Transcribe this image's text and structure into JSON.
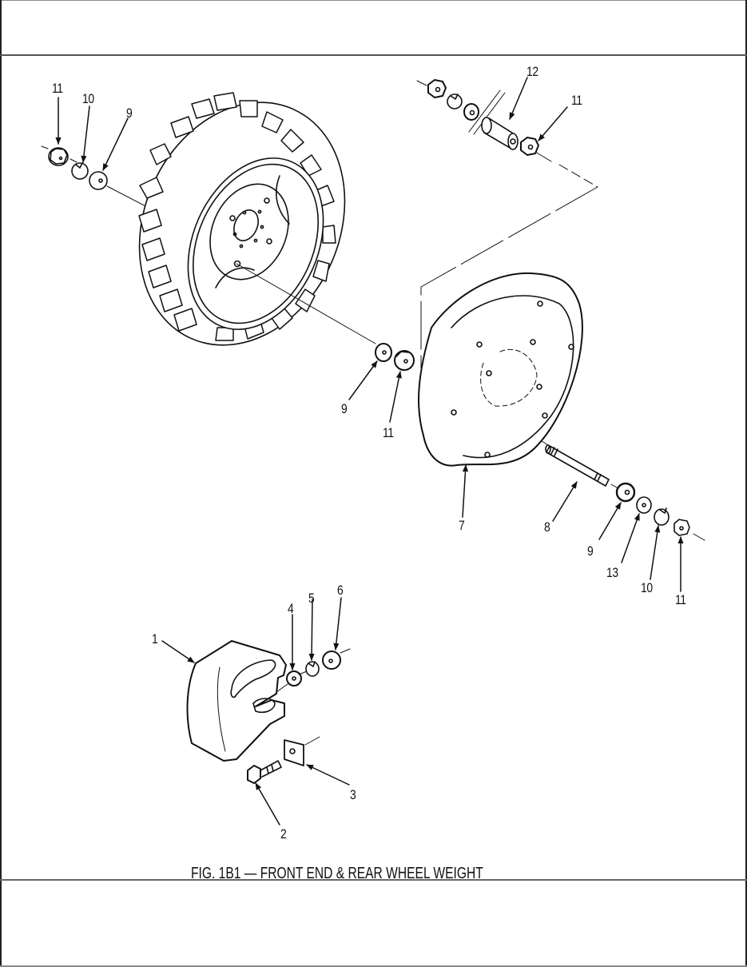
{
  "page": {
    "header_band": "",
    "footer_band": ""
  },
  "figure": {
    "caption": "FIG. 1B1 — FRONT END & REAR WHEEL WEIGHT",
    "assemblies": [
      {
        "name": "rear-wheel-and-tire",
        "description": "Lugged tractor tire on wheel rim"
      },
      {
        "name": "rear-wheel-weight",
        "callout": "7"
      },
      {
        "name": "front-end-weight",
        "callout": "1"
      },
      {
        "name": "spacer-bushing-hardware",
        "callout": "12"
      }
    ],
    "callouts": [
      {
        "id": "c11-a",
        "label": "11",
        "part": "nut"
      },
      {
        "id": "c10-a",
        "label": "10",
        "part": "lockwasher"
      },
      {
        "id": "c9-a",
        "label": "9",
        "part": "washer"
      },
      {
        "id": "c12",
        "label": "12",
        "part": "spacer"
      },
      {
        "id": "c11-b",
        "label": "11",
        "part": "nut"
      },
      {
        "id": "c9-b",
        "label": "9",
        "part": "washer"
      },
      {
        "id": "c11-c",
        "label": "11",
        "part": "nut"
      },
      {
        "id": "c7",
        "label": "7",
        "part": "rear wheel weight"
      },
      {
        "id": "c8",
        "label": "8",
        "part": "stud bolt"
      },
      {
        "id": "c9-c",
        "label": "9",
        "part": "washer"
      },
      {
        "id": "c13",
        "label": "13",
        "part": "flat washer"
      },
      {
        "id": "c10-b",
        "label": "10",
        "part": "lockwasher"
      },
      {
        "id": "c11-d",
        "label": "11",
        "part": "nut"
      },
      {
        "id": "c1",
        "label": "1",
        "part": "front weight"
      },
      {
        "id": "c4",
        "label": "4",
        "part": "washer"
      },
      {
        "id": "c5",
        "label": "5",
        "part": "lockwasher"
      },
      {
        "id": "c6",
        "label": "6",
        "part": "nut"
      },
      {
        "id": "c3",
        "label": "3",
        "part": "plate"
      },
      {
        "id": "c2",
        "label": "2",
        "part": "bolt"
      }
    ]
  },
  "colors": {
    "ink": "#111111",
    "paper": "#ffffff",
    "rule": "#555555"
  }
}
